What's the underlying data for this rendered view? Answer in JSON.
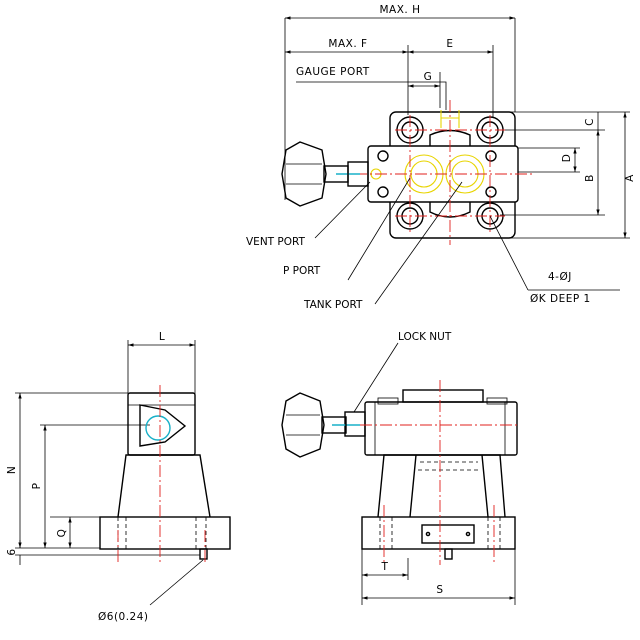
{
  "labels": {
    "gauge_port": "GAUGE PORT",
    "vent_port": "VENT PORT",
    "p_port": "P PORT",
    "tank_port": "TANK PORT",
    "lock_nut": "LOCK NUT",
    "bolt_holes": "4-ØJ",
    "bolt_depth": "ØK DEEP 1",
    "pin_dia": "Ø6(0.24)"
  },
  "dimensions": {
    "max_h": "MAX. H",
    "max_f": "MAX. F",
    "e": "E",
    "g": "G",
    "a": "A",
    "b": "B",
    "c": "C",
    "d": "D",
    "l": "L",
    "n": "N",
    "p": "P",
    "q": "Q",
    "six": "6",
    "s": "S",
    "t": "T"
  },
  "colors": {
    "outline": "#000000",
    "centerline": "#e0201d",
    "port_circles": "#e8d400",
    "handle": "#18b0c8"
  }
}
